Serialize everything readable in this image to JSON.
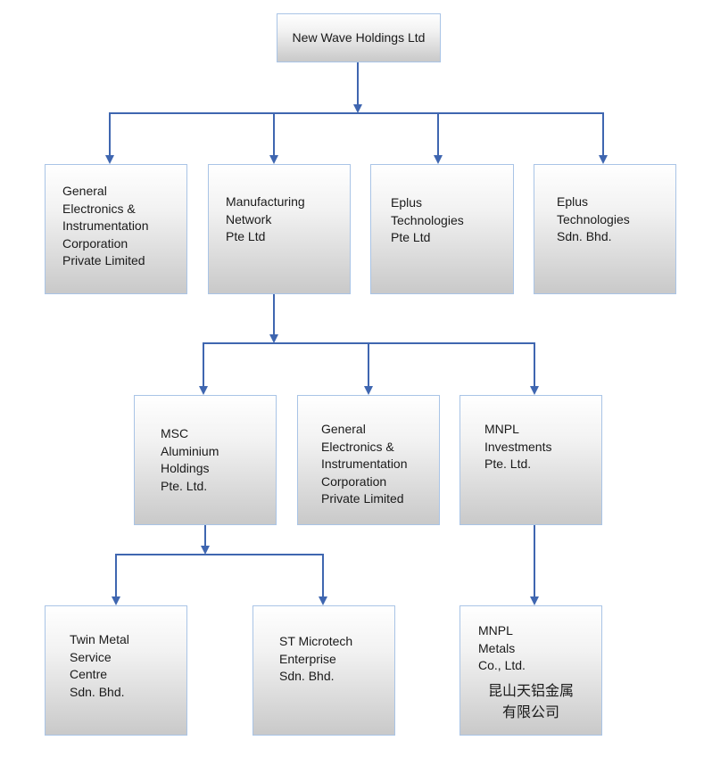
{
  "org_chart": {
    "root": "New Wave Holdings Ltd",
    "level1": [
      "General\nElectronics &\nInstrumentation\nCorporation\nPrivate Limited",
      "Manufacturing\nNetwork\nPte Ltd",
      "Eplus\nTechnologies\nPte Ltd",
      "Eplus\nTechnologies\nSdn. Bhd."
    ],
    "level2": [
      "MSC\nAluminium\nHoldings\nPte. Ltd.",
      "General\nElectronics &\nInstrumentation\nCorporation\nPrivate Limited",
      "MNPL\nInvestments\nPte. Ltd."
    ],
    "level3": [
      "Twin Metal\nService\nCentre\nSdn. Bhd.",
      "ST Microtech\nEnterprise\nSdn. Bhd.",
      "MNPL\nMetals\nCo., Ltd."
    ],
    "level3_cjk_line1": "昆山天铝金属",
    "level3_cjk_line2": "有限公司"
  }
}
